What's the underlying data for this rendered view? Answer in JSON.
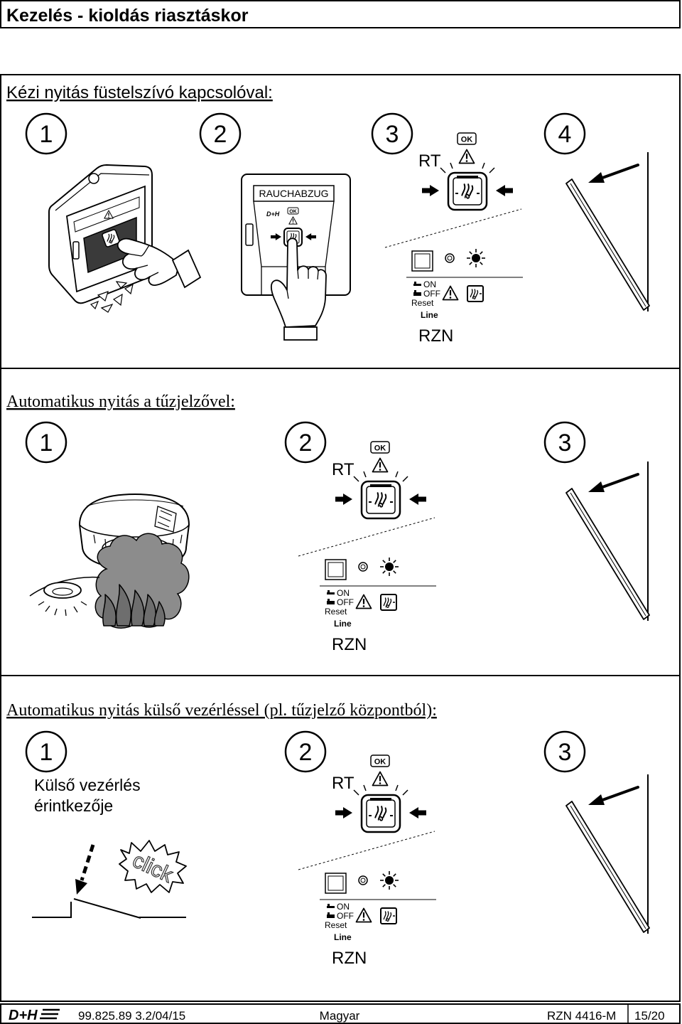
{
  "page": {
    "title": "Kezelés - kioldás riasztáskor"
  },
  "brand": {
    "logo": "D+H"
  },
  "sections": [
    {
      "heading": "Kézi nyitás füstelszívó kapcsolóval:",
      "steps": [
        "1",
        "2",
        "3",
        "4"
      ]
    },
    {
      "heading": "Automatikus nyitás a tűzjelzővel:",
      "steps": [
        "1",
        "2",
        "3"
      ]
    },
    {
      "heading": "Automatikus nyitás külső vezérléssel (pl. tűzjelző központból):",
      "steps": [
        "1",
        "2",
        "3"
      ]
    }
  ],
  "device": {
    "label": "RAUCHABZUG"
  },
  "panel": {
    "ok": "OK",
    "rt": "RT",
    "on": "ON",
    "off": "OFF",
    "reset": "Reset",
    "line": "Line",
    "rzn": "RZN"
  },
  "external_contact": {
    "label_line1": "Külső vezérlés",
    "label_line2": "érintkezője",
    "sound": "click"
  },
  "footer": {
    "doc_number": "99.825.89 3.2/04/15",
    "language": "Magyar",
    "product": "RZN 4416-M",
    "page": "15/20"
  },
  "icons": {
    "warning": "warning-triangle-icon",
    "fire": "fire-icon",
    "push_right": "arrow-right-icon",
    "push_left": "arrow-left-icon",
    "led_off": "led-off-icon",
    "led_lit": "led-lit-icon",
    "indicator_square": "indicator-square-icon",
    "switch_on": "switch-on-icon",
    "switch_off": "switch-off-icon",
    "window_opening": "opening-arrow-icon",
    "hand": "hand-icon",
    "smoke": "smoke-cloud-icon",
    "smoke_detector": "smoke-detector-icon",
    "contact": "contact-switch-icon"
  },
  "colors": {
    "ink": "#000000",
    "paper": "#ffffff",
    "smoke": "#8c8c8c",
    "flame": "#6e6e6e",
    "device_window": "#3a3a3a"
  }
}
